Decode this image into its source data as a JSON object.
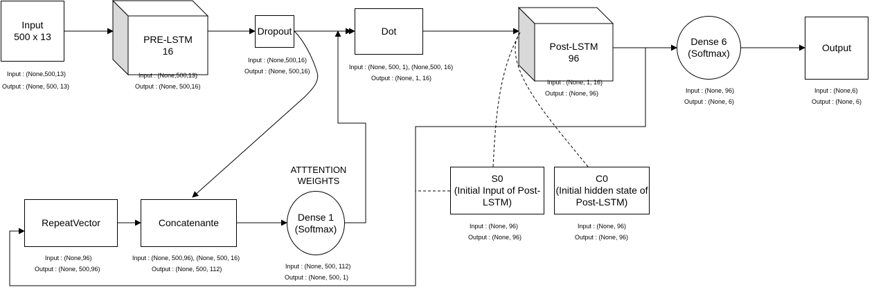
{
  "nodes": {
    "input": {
      "line1": "Input",
      "line2": "500 x 13",
      "io_in": "Input : (None,500,13)",
      "io_out": "Output : (None, 500, 13)"
    },
    "pre_lstm": {
      "line1": "PRE-LSTM",
      "line2": "16",
      "io_in": "Input : (None,500,13)",
      "io_out": "Output : (None, 500,16)"
    },
    "dropout": {
      "label": "Dropout",
      "io_in": "Input : (None,500,16)",
      "io_out": "Output : (None, 500,16)"
    },
    "dot": {
      "label": "Dot",
      "io_in": "Input : (None, 500, 1), (None,500, 16)",
      "io_out": "Output : (None, 1, 16)"
    },
    "post_lstm": {
      "line1": "Post-LSTM",
      "line2": "96",
      "io_in": "Input : (None, 1, 16)",
      "io_out": "Output : (None, 96)"
    },
    "dense6": {
      "line1": "Dense 6",
      "line2": "(Softmax)",
      "io_in": "Input : (None, 96)",
      "io_out": "Output : (None, 6)"
    },
    "output": {
      "label": "Output",
      "io_in": "Input : (None,6)",
      "io_out": "Output : (None, 6)"
    },
    "repeat": {
      "label": "RepeatVector",
      "io_in": "Input : (None,96)",
      "io_out": "Output : (None, 500,96)"
    },
    "concat": {
      "label": "Concatenante",
      "io_in": "Input : (None, 500,96), (None, 500, 16)",
      "io_out": "Output : (None, 500, 112)"
    },
    "dense1": {
      "line1": "Dense 1",
      "line2": "(Softmax)",
      "io_in": "Input : (None, 500, 112)",
      "io_out": "Output : (None, 500, 1)",
      "title_line1": "ATTTENTION",
      "title_line2": "WEIGHTS"
    },
    "s0": {
      "line1": "S0",
      "line2": "(Initial Input of Post-",
      "line3": "LSTM)",
      "io_in": "Input : (None, 96)",
      "io_out": "Output : (None, 96)"
    },
    "c0": {
      "line1": "C0",
      "line2": "(Initial hidden state of",
      "line3": "Post-LSTM)",
      "io_in": "Input : (None, 96)",
      "io_out": "Output : (None, 96)"
    }
  },
  "colors": {
    "stroke": "#000000",
    "cube_side": "#d9d9d9",
    "background": "#ffffff"
  }
}
